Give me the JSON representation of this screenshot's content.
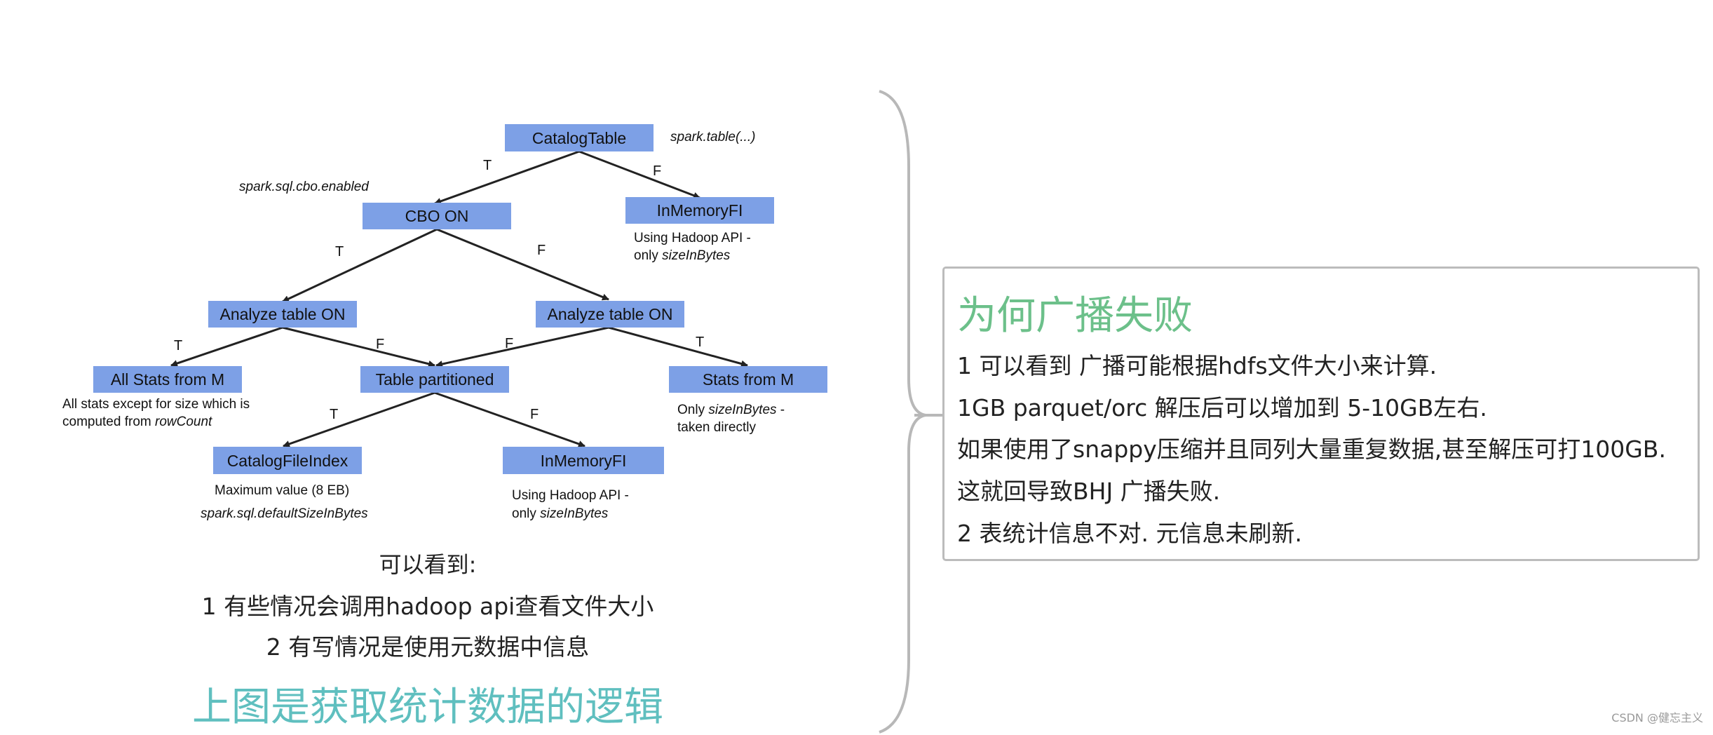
{
  "diagram": {
    "nodes": {
      "catalog_table": "CatalogTable",
      "cbo_on": "CBO ON",
      "in_memory_fi_top": "InMemoryFI",
      "analyze_left": "Analyze table ON",
      "analyze_right": "Analyze table ON",
      "all_stats": "All Stats from M",
      "table_partitioned": "Table partitioned",
      "stats_from_m": "Stats from M",
      "catalog_file_index": "CatalogFileIndex",
      "in_memory_fi_bottom": "InMemoryFI"
    },
    "edge_labels": {
      "catalog_to_cbo": "T",
      "catalog_to_inmem": "F",
      "cbo_to_analyze_left": "T",
      "cbo_to_analyze_right": "F",
      "analyzeleft_to_allstats": "T",
      "analyzeleft_to_partitioned": "F",
      "analyzeright_to_partitioned": "F",
      "analyzeright_to_statsm": "T",
      "partitioned_to_catalogfile": "T",
      "partitioned_to_inmem": "F"
    },
    "notes": {
      "spark_table": "spark.table(...)",
      "cbo_enabled": "spark.sql.cbo.enabled",
      "inmem_top_line1": "Using Hadoop API -",
      "inmem_top_line2_prefix": "only ",
      "inmem_top_line2_em": "sizeInBytes",
      "allstats_line1": "All stats except for size which is",
      "allstats_line2_prefix": "computed from ",
      "allstats_line2_em": "rowCount",
      "statsm_line1_prefix": "Only ",
      "statsm_line1_em": "sizeInBytes",
      "statsm_line1_suffix": " -",
      "statsm_line2": "taken directly",
      "catalogfile_line1": "Maximum value (8 EB)",
      "catalogfile_line2": "spark.sql.defaultSizeInBytes",
      "inmem_bottom_line1": "Using Hadoop API -",
      "inmem_bottom_line2_prefix": "only ",
      "inmem_bottom_line2_em": "sizeInBytes"
    }
  },
  "caption": {
    "heading": "可以看到:",
    "line1": "1 有些情况会调用hadoop api查看文件大小",
    "line2": "2 有写情况是使用元数据中信息",
    "title": "上图是获取统计数据的逻辑"
  },
  "right_box": {
    "title": "为何广播失败",
    "lines": [
      "1 可以看到 广播可能根据hdfs文件大小来计算.",
      "1GB parquet/orc 解压后可以增加到 5-10GB左右.",
      "如果使用了snappy压缩并且同列大量重复数据,甚至解压可打100GB.",
      "这就回导致BHJ 广播失败.",
      "2 表统计信息不对. 元信息未刷新."
    ]
  },
  "watermark": "CSDN @健忘主义",
  "colors": {
    "node_fill": "#7da0e6",
    "box_title": "#6cc08a",
    "caption_title": "#5fbfbf",
    "box_border": "#bcbcbc",
    "brace": "#b8b8b8"
  }
}
